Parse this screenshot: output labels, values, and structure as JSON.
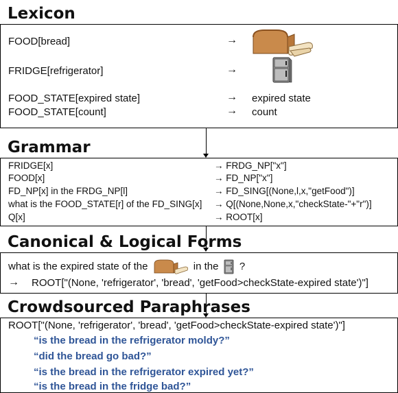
{
  "lexicon": {
    "title": "Lexicon",
    "entries": [
      {
        "left": "FOOD[bread]",
        "arrow": "→",
        "right": "",
        "icon": "bread-icon"
      },
      {
        "left": "FRIDGE[refrigerator]",
        "arrow": "→",
        "right": "",
        "icon": "refrigerator-icon"
      },
      {
        "left": "FOOD_STATE[expired state]",
        "arrow": "→",
        "right": "expired state"
      },
      {
        "left": "FOOD_STATE[count]",
        "arrow": "→",
        "right": "count"
      }
    ]
  },
  "grammar": {
    "title": "Grammar",
    "rules": [
      {
        "left": "FRIDGE[x]",
        "right": "→ FRDG_NP[\"x\"]"
      },
      {
        "left": "FOOD[x]",
        "right": "→ FD_NP[\"x\"]"
      },
      {
        "left": "FD_NP[x] in the FRDG_NP[l]",
        "right": "→ FD_SING[(None,l,x,\"getFood\")]"
      },
      {
        "left": "what is the FOOD_STATE[r] of the FD_SING[x]",
        "right": "→ Q[(None,None,x,\"checkState-\"+\"r\")]"
      },
      {
        "left": "Q[x]",
        "right": "→ ROOT[x]"
      }
    ]
  },
  "canonical": {
    "title": "Canonical & Logical Forms",
    "question_pre": "what is the expired state of the",
    "question_mid": "in the",
    "question_end": "?",
    "arrow": "→",
    "logical_form": "ROOT[\"(None, 'refrigerator', 'bread', 'getFood>checkState-expired state')\"]"
  },
  "crowd": {
    "title": "Crowdsourced Paraphrases",
    "root": "ROOT[\"(None, 'refrigerator', 'bread', 'getFood>checkState-expired state')\"]",
    "paraphrases": [
      "“is the bread in the refrigerator moldy?”",
      "“did the bread go bad?”",
      "“is the bread in the refrigerator expired yet?”",
      "“is the bread in the fridge bad?”"
    ],
    "paraphrase_color": "#2f5597"
  }
}
